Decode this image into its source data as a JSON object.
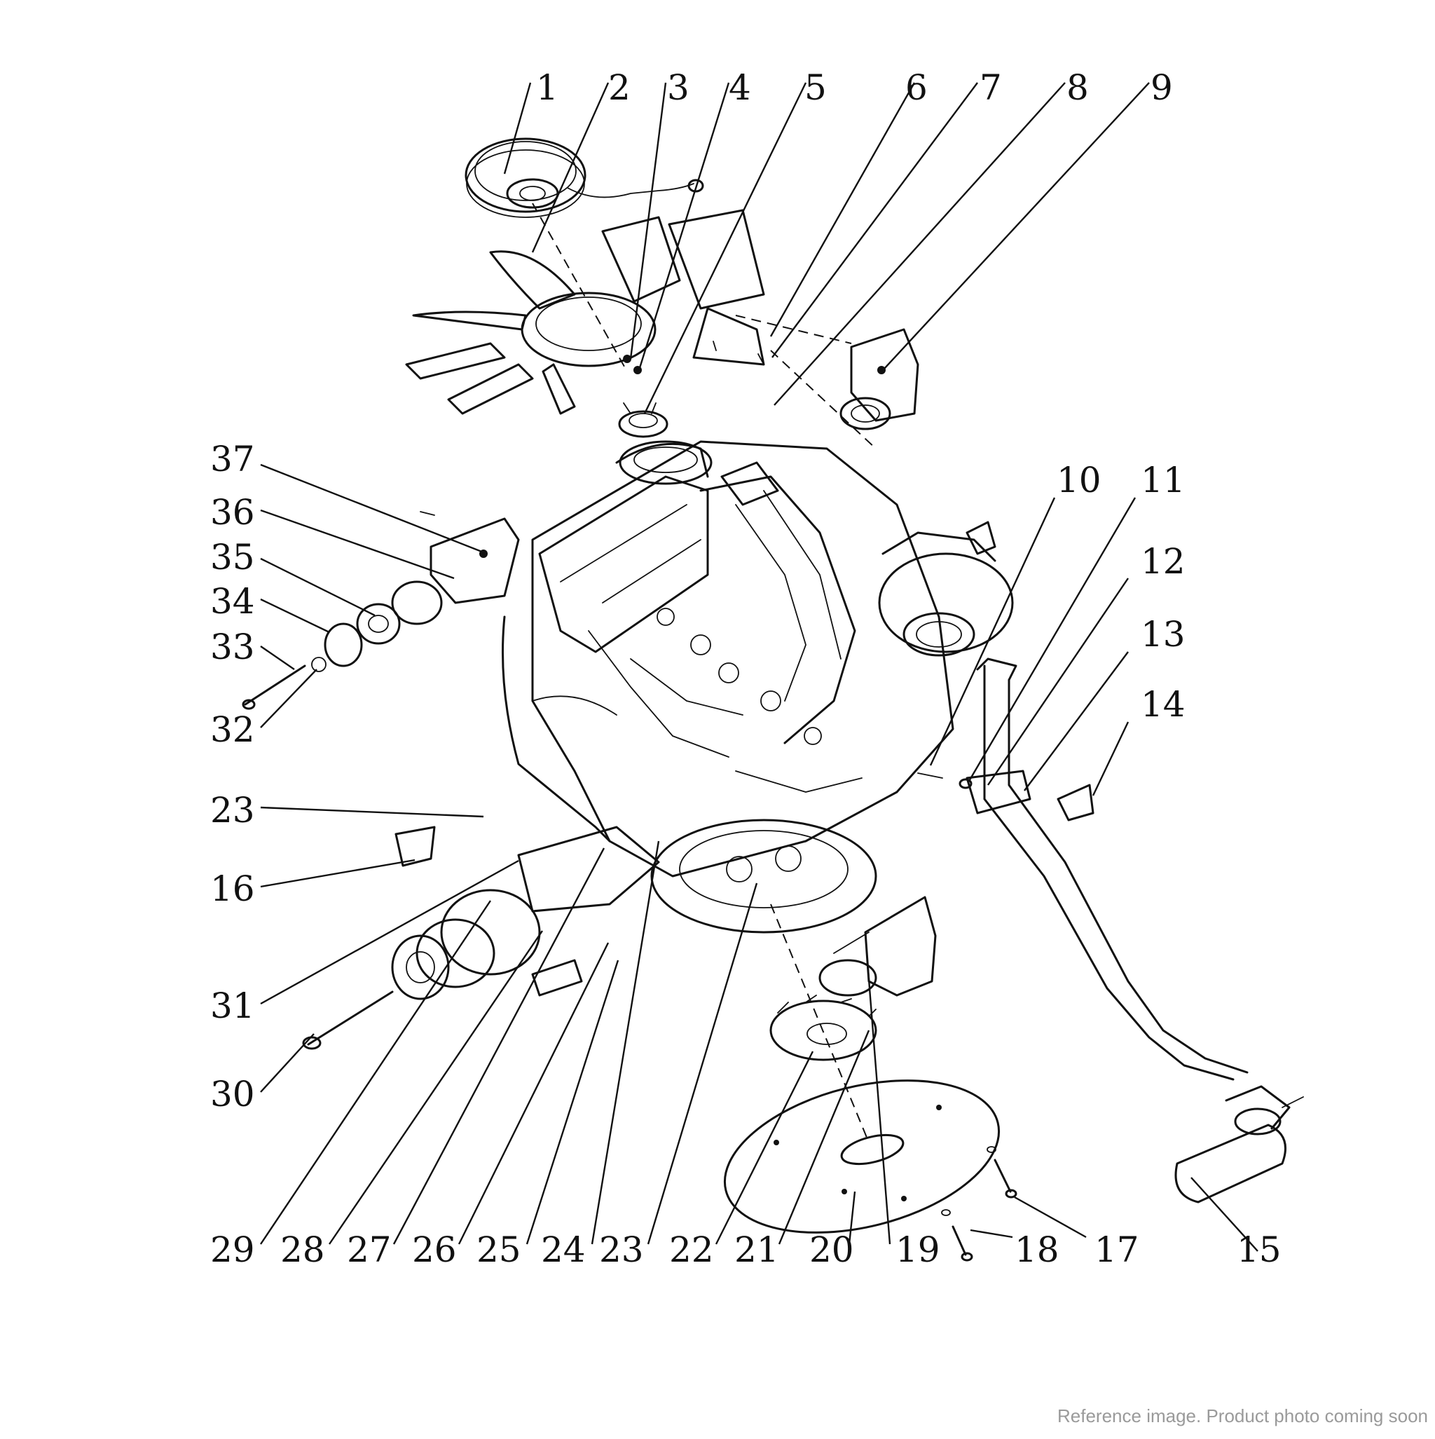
{
  "callouts": {
    "c1": "1",
    "c2": "2",
    "c3": "3",
    "c4": "4",
    "c5": "5",
    "c6": "6",
    "c7": "7",
    "c8": "8",
    "c9": "9",
    "c10": "10",
    "c11": "11",
    "c12": "12",
    "c13": "13",
    "c14": "14",
    "c15": "15",
    "c16": "16",
    "c17": "17",
    "c18": "18",
    "c19": "19",
    "c20": "20",
    "c21": "21",
    "c22": "22",
    "c23a": "23",
    "c23b": "23",
    "c24": "24",
    "c25": "25",
    "c26": "26",
    "c27": "27",
    "c28": "28",
    "c29": "29",
    "c30": "30",
    "c31": "31",
    "c32": "32",
    "c33": "33",
    "c34": "34",
    "c35": "35",
    "c36": "36",
    "c37": "37"
  },
  "footer_note": "Reference image. Product photo coming soon"
}
